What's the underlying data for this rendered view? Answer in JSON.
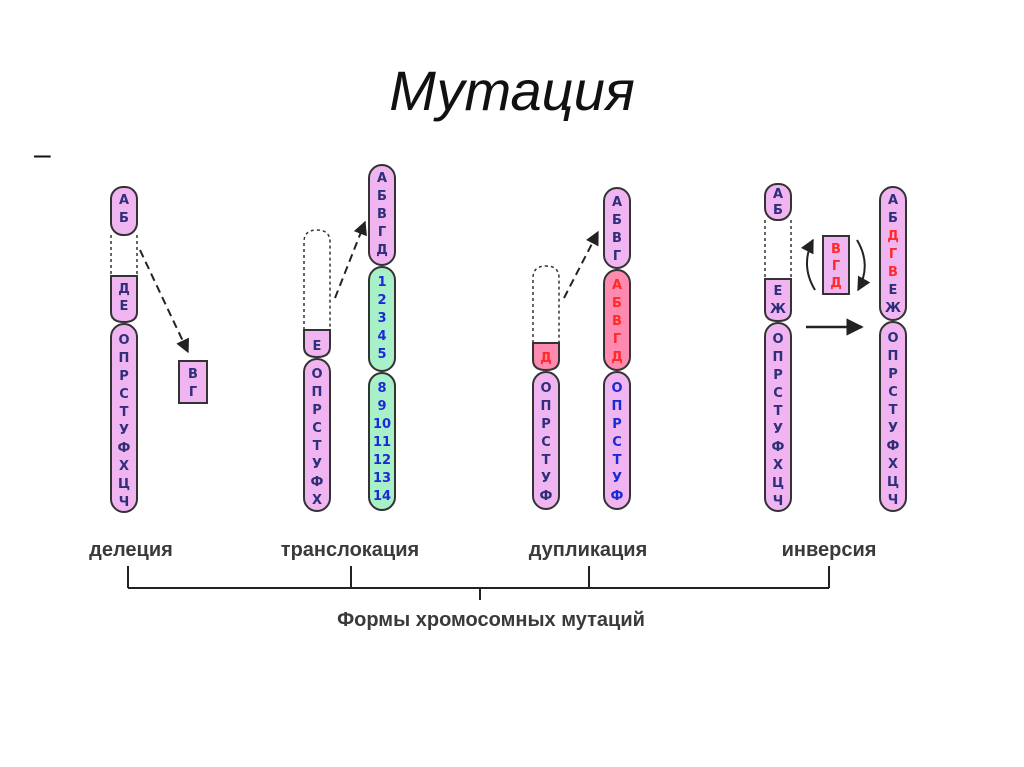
{
  "title": "Мутация",
  "bullet": "–",
  "footer": "Формы хромосомных мутаций",
  "colors": {
    "seg": "#f0b4f0",
    "green": "#a8f0c8",
    "gene": "#2e2e7a",
    "mut": "#ff2a2a",
    "num": "#1a2ad8",
    "dup": "#ff8ab0"
  },
  "mutations": [
    {
      "label": "делеция",
      "chromosome": [
        [
          "А",
          "Б"
        ],
        [],
        [
          "Д",
          "Е"
        ],
        [
          "О",
          "П",
          "Р",
          "С",
          "Т",
          "У",
          "Ф",
          "Х",
          "Ц",
          "Ч"
        ]
      ],
      "fragment": [
        "В",
        "Г"
      ]
    },
    {
      "label": "транслокация",
      "chromosome_a": [
        [],
        [
          "Е"
        ],
        [
          "О",
          "П",
          "Р",
          "С",
          "Т",
          "У",
          "Ф",
          "Х"
        ]
      ],
      "chromosome_b": [
        [
          "А",
          "Б",
          "В",
          "Г",
          "Д"
        ],
        [
          "1",
          "2",
          "3",
          "4",
          "5"
        ],
        [
          "8",
          "9",
          "10",
          "11",
          "12",
          "13",
          "14"
        ]
      ]
    },
    {
      "label": "дупликация",
      "chromosome_a": [
        [],
        [
          "Д"
        ],
        [
          "О",
          "П",
          "Р",
          "С",
          "Т",
          "У",
          "Ф"
        ]
      ],
      "chromosome_b": [
        [
          "А",
          "Б",
          "В",
          "Г"
        ],
        [
          "А",
          "Б",
          "В",
          "Г",
          "Д"
        ],
        [
          "О",
          "П",
          "Р",
          "С",
          "Т",
          "У",
          "Ф"
        ]
      ]
    },
    {
      "label": "инверсия",
      "chromosome_a": [
        [
          "А",
          "Б"
        ],
        [],
        [
          "Е",
          "Ж"
        ],
        [
          "О",
          "П",
          "Р",
          "С",
          "Т",
          "У",
          "Ф",
          "Х",
          "Ц",
          "Ч"
        ]
      ],
      "fragment": [
        "В",
        "Г",
        "Д"
      ],
      "chromosome_b": [
        [
          "А",
          "Б",
          "Д",
          "Г",
          "В",
          "Е",
          "Ж"
        ],
        [
          "О",
          "П",
          "Р",
          "С",
          "Т",
          "У",
          "Ф",
          "Х",
          "Ц",
          "Ч"
        ]
      ]
    }
  ]
}
